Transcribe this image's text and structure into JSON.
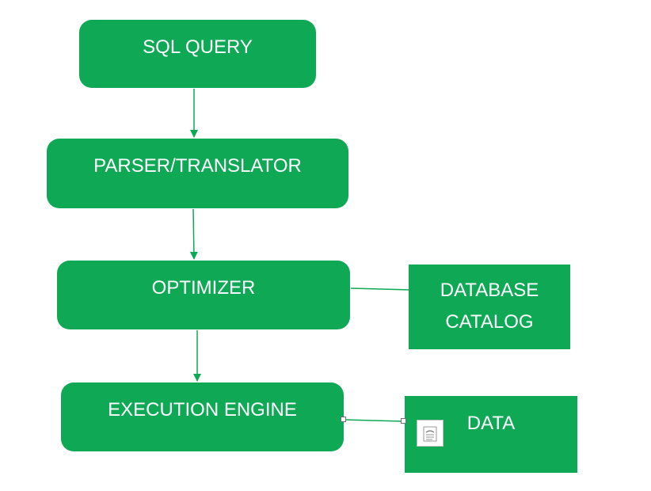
{
  "diagram": {
    "nodes": {
      "sql_query": "SQL QUERY",
      "parser": "PARSER/TRANSLATOR",
      "optimizer": "OPTIMIZER",
      "execution_engine": "EXECUTION ENGINE",
      "database_catalog": "DATABASE\nCATALOG",
      "data": "DATA"
    },
    "edges": [
      {
        "from": "sql_query",
        "to": "parser",
        "arrow": true
      },
      {
        "from": "parser",
        "to": "optimizer",
        "arrow": true
      },
      {
        "from": "optimizer",
        "to": "execution_engine",
        "arrow": true
      },
      {
        "from": "optimizer",
        "to": "database_catalog",
        "arrow": false
      },
      {
        "from": "execution_engine",
        "to": "data",
        "arrow": false
      }
    ],
    "colors": {
      "node_fill": "#0fa955",
      "connector": "#0fa955",
      "text": "#ffffff"
    },
    "icons": {
      "data_icon": "document-icon"
    }
  }
}
